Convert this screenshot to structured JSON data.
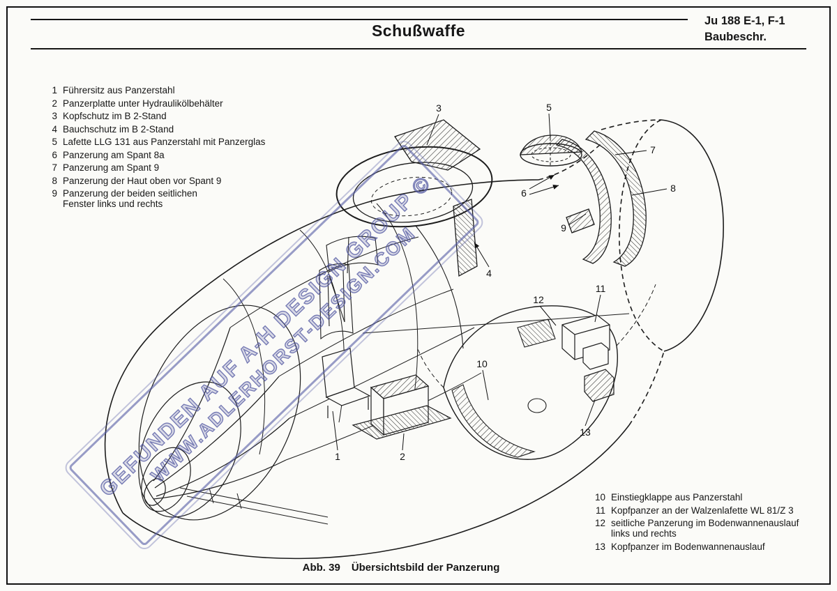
{
  "header": {
    "title": "Schußwaffe",
    "ref_line1": "Ju 188 E-1, F-1",
    "ref_line2": "Baubeschr."
  },
  "legend_top": {
    "items": [
      {
        "num": "1",
        "text": "Führersitz aus Panzerstahl"
      },
      {
        "num": "2",
        "text": "Panzerplatte unter Hydraulikölbehälter"
      },
      {
        "num": "3",
        "text": "Kopfschutz im B 2-Stand"
      },
      {
        "num": "4",
        "text": "Bauchschutz im B 2-Stand"
      },
      {
        "num": "5",
        "text": "Lafette LLG 131 aus Panzerstahl mit Panzerglas"
      },
      {
        "num": "6",
        "text": "Panzerung am Spant 8a"
      },
      {
        "num": "7",
        "text": "Panzerung am Spant 9"
      },
      {
        "num": "8",
        "text": "Panzerung der Haut oben vor Spant 9"
      },
      {
        "num": "9",
        "text": "Panzerung der beiden seitlichen\nFenster links und rechts"
      }
    ]
  },
  "legend_bottom": {
    "items": [
      {
        "num": "10",
        "text": "Einstiegklappe aus Panzerstahl"
      },
      {
        "num": "11",
        "text": "Kopfpanzer an der Walzenlafette WL 81/Z 3"
      },
      {
        "num": "12",
        "text": "seitliche Panzerung im Bodenwannenauslauf\nlinks und rechts"
      },
      {
        "num": "13",
        "text": "Kopfpanzer im Bodenwannenauslauf"
      }
    ]
  },
  "caption": {
    "label": "Abb. 39",
    "text": "Übersichtsbild der Panzerung"
  },
  "watermark": {
    "line1": "GEFUNDEN AUF A-H DESIGN GROUP ©",
    "line2": "WWW.ADLERHORST-DESIGN.COM",
    "color": "#5a5fa8"
  },
  "callouts": [
    "1",
    "2",
    "3",
    "4",
    "5",
    "6",
    "7",
    "8",
    "9",
    "10",
    "11",
    "12",
    "13"
  ],
  "colors": {
    "ink": "#1c1c1c",
    "paper": "#fbfbf8",
    "watermark": "#5a5fa8"
  }
}
